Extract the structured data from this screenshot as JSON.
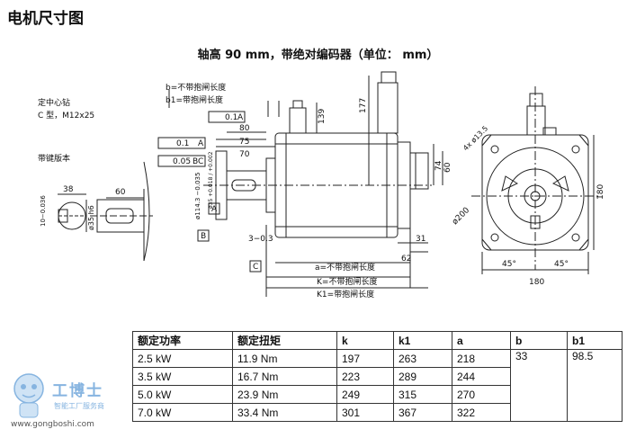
{
  "page_title": "电机尺寸图",
  "caption": "轴高 90 mm，带绝对编码器（单位： mm）",
  "labels": {
    "center_hole_1": "定中心钻",
    "center_hole_2": "C 型，M12x25",
    "keyed": "带键版本",
    "b_note": "b=不带抱闸长度",
    "b1_note": "b1=带抱闸长度",
    "a_note": "a=不带抱闸长度",
    "k_note": "K=不带抱闸长度",
    "k1_note": "K1=带抱闸长度",
    "tol_01_a": "0.1",
    "tol_01_a_ref": "A",
    "tol_01_bc": "0.1",
    "tol_01_bc_ref": "A",
    "tol_005": "0.05",
    "tol_005_ref": "BC",
    "ref_a": "A",
    "ref_b": "B",
    "ref_c": "C",
    "dim_38": "38",
    "dim_60_left": "60",
    "dim_10": "10−0.036",
    "dim_35h6": "ø35 h6",
    "dim_80": "80",
    "dim_75": "75",
    "dim_70": "70",
    "dim_114": "ø114.3 −0.035",
    "dim_35k6": "ø35 +0.018 / +0.002",
    "dim_3": "3−0.3",
    "dim_139": "139",
    "dim_177": "177",
    "dim_74": "74",
    "dim_60_right": "60",
    "dim_31": "31",
    "dim_62": "62",
    "dim_4x135": "4x ø13.5",
    "dim_200": "ø200",
    "dim_180_v": "180",
    "dim_180_h": "180",
    "dim_45_left": "45°",
    "dim_45_right": "45°"
  },
  "table": {
    "headers": [
      "额定功率",
      "额定扭矩",
      "k",
      "k1",
      "a",
      "b",
      "b1"
    ],
    "rows": [
      [
        "2.5 kW",
        "11.9 Nm",
        "197",
        "263",
        "218"
      ],
      [
        "3.5 kW",
        "16.7 Nm",
        "223",
        "289",
        "244"
      ],
      [
        "5.0 kW",
        "23.9 Nm",
        "249",
        "315",
        "270"
      ],
      [
        "7.0 kW",
        "33.4 Nm",
        "301",
        "367",
        "322"
      ]
    ],
    "b_value": "33",
    "b1_value": "98.5"
  },
  "watermark": {
    "brand": "工博士",
    "sub": "智能工厂服务商",
    "url": "www.gongboshi.com"
  },
  "colors": {
    "watermark": "#86b4e0",
    "line": "#222222"
  }
}
